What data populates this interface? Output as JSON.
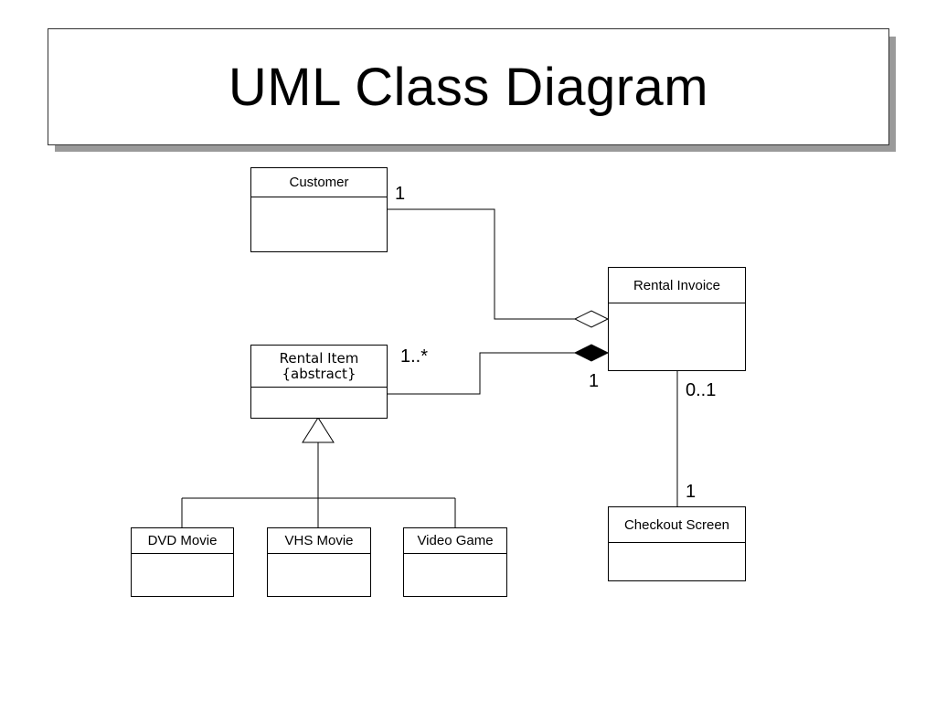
{
  "title": "UML Class Diagram",
  "classes": {
    "customer": {
      "name": "Customer"
    },
    "rental_invoice": {
      "name": "Rental Invoice"
    },
    "rental_item": {
      "name": "Rental Item",
      "stereotype": "{abstract}"
    },
    "checkout_screen": {
      "name": "Checkout Screen"
    },
    "dvd_movie": {
      "name": "DVD Movie"
    },
    "vhs_movie": {
      "name": "VHS Movie"
    },
    "video_game": {
      "name": "Video Game"
    }
  },
  "multiplicities": {
    "customer_end": "1",
    "rental_item_end": "1..*",
    "invoice_composition_end": "1",
    "invoice_checkout_end": "0..1",
    "checkout_end": "1"
  }
}
